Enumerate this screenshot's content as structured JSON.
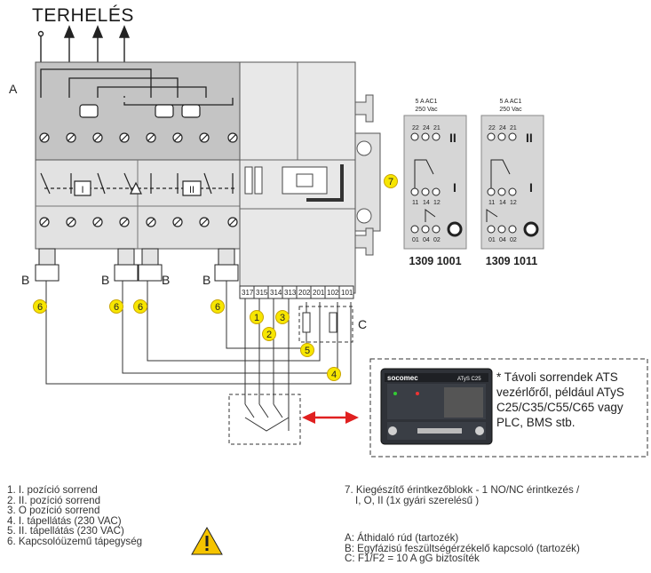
{
  "title": "TERHELÉS",
  "labels": {
    "A": "A",
    "B": "B",
    "C": "C"
  },
  "markers": [
    "1",
    "2",
    "3",
    "4",
    "5",
    "6",
    "7"
  ],
  "terminals": [
    "317",
    "315",
    "314",
    "313",
    "202",
    "201",
    "102",
    "101"
  ],
  "contacts": {
    "rating_line1": "5 A AC1",
    "rating_line2": "250 Vac",
    "top_terminals": [
      "22",
      "24",
      "21"
    ],
    "mid_terminals": [
      "11",
      "14",
      "12"
    ],
    "bottom_terminals": [
      "01",
      "04",
      "02"
    ],
    "left_part_number": "1309 1001",
    "right_part_number": "1309 1011",
    "roman_two": "II",
    "roman_one": "I"
  },
  "controller": {
    "brand": "socomec",
    "model": "ATyS C25"
  },
  "remote_note": "* Távoli sorrendek ATS vezérlőről, például ATyS C25/C35/C55/C65 vagy PLC, BMS stb.",
  "legend_left": [
    "1. I. pozíció sorrend",
    "2. II. pozíció sorrend",
    "3. O pozíció sorrend",
    "4. I. tápellátás (230 VAC)",
    "5. II. tápellátás (230 VAC)",
    "6. Kapcsolóüzemű tápegység"
  ],
  "legend_right_top": [
    "7. Kiegészítő érintkezőblokk - 1 NO/NC érintkezés /",
    "    I, O, II (1x gyári szerelésű )"
  ],
  "legend_right_bottom": [
    "A: Áthidaló rúd (tartozék)",
    "B: Egyfázisú feszültségérzékelő kapcsoló (tartozék)",
    "C: F1/F2 = 10 A gG biztosíték"
  ],
  "colors": {
    "marker_fill": "#f7e600",
    "marker_stroke": "#c9a400",
    "arrow": "#e02020",
    "housing": "#c9c9c9",
    "housing_light": "#e4e4e4",
    "contact_block": "#d6d6d6",
    "warning": "#f5c400"
  },
  "icons": [
    "warning-icon",
    "double-arrow-icon"
  ]
}
